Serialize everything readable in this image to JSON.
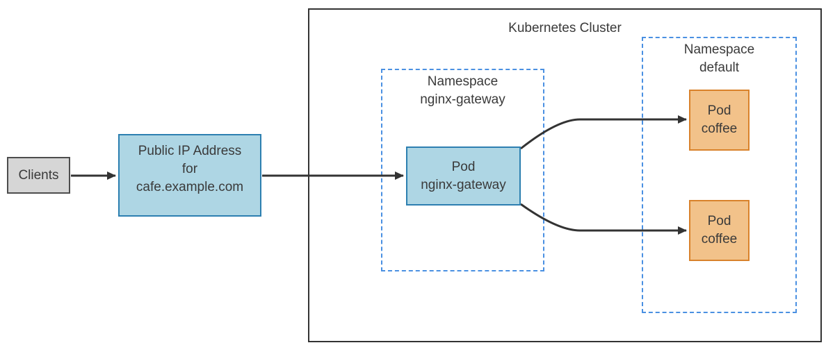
{
  "diagram": {
    "cluster_title": "Kubernetes Cluster",
    "nodes": {
      "clients": {
        "label": "Clients"
      },
      "public_ip": {
        "lines": [
          "Public IP Address",
          "for",
          "cafe.example.com"
        ]
      },
      "pod_gateway": {
        "lines": [
          "Pod",
          "nginx-gateway"
        ]
      },
      "pod_coffee_1": {
        "lines": [
          "Pod",
          "coffee"
        ]
      },
      "pod_coffee_2": {
        "lines": [
          "Pod",
          "coffee"
        ]
      }
    },
    "namespaces": {
      "nginx_gateway": {
        "lines": [
          "Namespace",
          "nginx-gateway"
        ]
      },
      "default_ns": {
        "lines": [
          "Namespace",
          "default"
        ]
      }
    },
    "edges": [
      {
        "from": "clients",
        "to": "public_ip"
      },
      {
        "from": "public_ip",
        "to": "pod_gateway"
      },
      {
        "from": "pod_gateway",
        "to": "pod_coffee_1"
      },
      {
        "from": "pod_gateway",
        "to": "pod_coffee_2"
      }
    ],
    "colors": {
      "blue_fill": "#aed6e4",
      "blue_stroke": "#2c7fb0",
      "orange_fill": "#f2c28a",
      "orange_stroke": "#d9822b",
      "gray_fill": "#d6d6d6",
      "gray_stroke": "#4d4d4d",
      "namespace_dashed": "#4a90e2",
      "cluster_border": "#333333",
      "arrow": "#333333",
      "text": "#3a3a3a",
      "background": "#ffffff"
    }
  }
}
